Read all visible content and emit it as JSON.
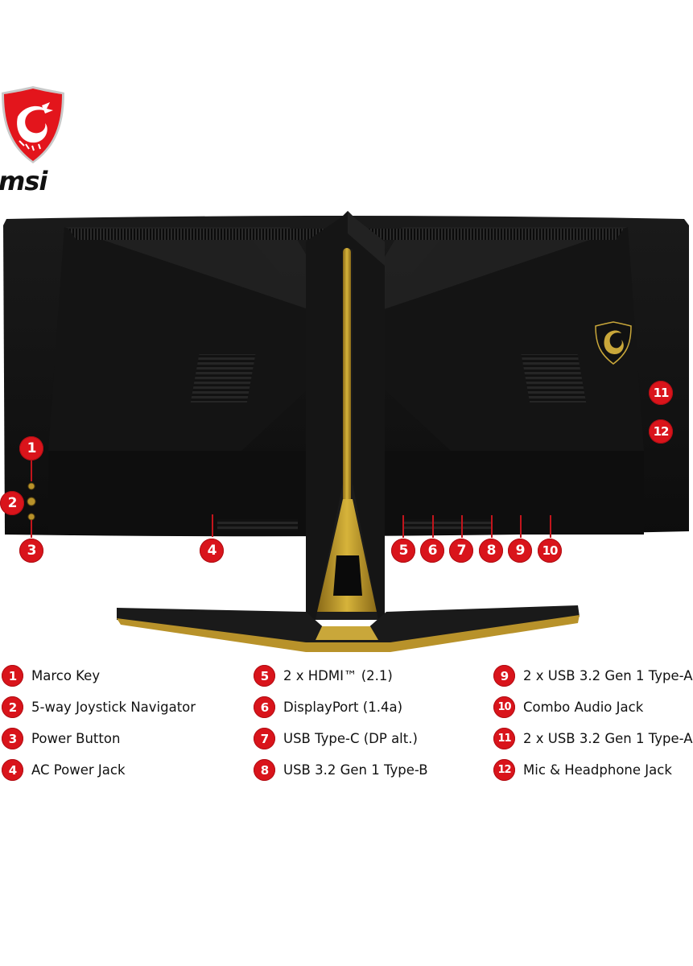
{
  "brand": {
    "name": "msi",
    "logo_icon": "msi-dragon-shield-icon",
    "accent_color": "#d9141b",
    "gold_color": "#b8922a"
  },
  "product": {
    "view": "rear view of curved gaming monitor with stand",
    "rear_emblem_icon": "gold-dragon-shield-icon"
  },
  "callouts": [
    {
      "num": "1",
      "label": "Marco Key"
    },
    {
      "num": "2",
      "label": "5-way Joystick Navigator"
    },
    {
      "num": "3",
      "label": "Power Button"
    },
    {
      "num": "4",
      "label": "AC Power Jack"
    },
    {
      "num": "5",
      "label": "2 x HDMI™ (2.1)"
    },
    {
      "num": "6",
      "label": "DisplayPort (1.4a)"
    },
    {
      "num": "7",
      "label": "USB Type-C (DP alt.)"
    },
    {
      "num": "8",
      "label": "USB 3.2 Gen 1 Type-B"
    },
    {
      "num": "9",
      "label": "2 x USB 3.2 Gen 1 Type-A"
    },
    {
      "num": "10",
      "label": "Combo Audio Jack"
    },
    {
      "num": "11",
      "label": "2 x USB 3.2 Gen 1 Type-A"
    },
    {
      "num": "12",
      "label": "Mic & Headphone Jack"
    }
  ]
}
